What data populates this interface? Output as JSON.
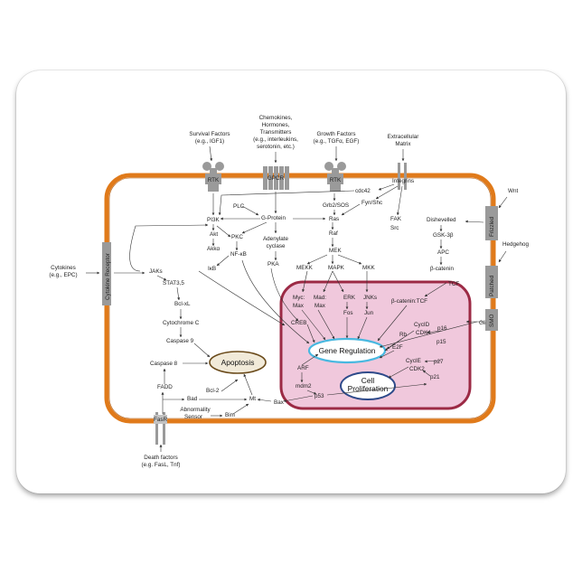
{
  "external": {
    "survival_1": "Survival Factors",
    "survival_2": "(e.g., IGF1)",
    "chemokines_1": "Chemokines,",
    "chemokines_2": "Hormones,",
    "chemokines_3": "Transmitters",
    "chemokines_4": "(e.g., interleukins,",
    "chemokines_5": "serotonin, etc.)",
    "growth_1": "Growth Factors",
    "growth_2": "(e.g., TGFα, EGF)",
    "ecm_1": "Extracellular",
    "ecm_2": "Matrix",
    "cytokines_1": "Cytokines",
    "cytokines_2": "(e.g., EPC)",
    "death_1": "Death factors",
    "death_2": "(e.g. FasL, Tnf)",
    "wnt": "Wnt",
    "hedgehog": "Hedgehog"
  },
  "receptors": {
    "rtk_left": "RTK",
    "gpcr": "GPCR",
    "rtk_right": "RTK",
    "frizzled": "Frizzled",
    "patched": "Patched",
    "smo": "SMO",
    "cytokine_receptor": "Cytokine Receptor",
    "fasr": "FasR"
  },
  "nodes": {
    "integrins": "Integrins",
    "cdc42": "cdc42",
    "fyn_shc": "Fyn/Shc",
    "grb2_sos": "Grb2/SOS",
    "plc": "PLC",
    "g_protein": "G-Protein",
    "ras": "Ras",
    "fak": "FAK",
    "src": "Src",
    "pi3k": "PI3K",
    "akt": "Akt",
    "akka": "Akkα",
    "pkc": "PKC",
    "nfkb": "NF-κB",
    "ikb": "IκB",
    "adenylate_1": "Adenylate",
    "adenylate_2": "cyclase",
    "pka": "PKA",
    "raf": "Raf",
    "mek": "MEK",
    "mekk": "MEKK",
    "mapk": "MAPK",
    "mkk": "MKK",
    "dishevelled": "Dishevelled",
    "gsk3b": "GSK-3β",
    "apc": "APC",
    "bcatenin": "β-catenin",
    "tcf": "TCF",
    "jaks": "JAKs",
    "stat35": "STAT3,5",
    "bclxl": "Bcl-xL",
    "cytochrome_c": "Cytochrome C",
    "caspase9": "Caspase 9",
    "caspase8": "Caspase 8",
    "fadd": "FADD",
    "bad": "Bad",
    "bcl2": "Bcl-2",
    "abnormality_1": "Abnormality",
    "abnormality_2": "Sensor",
    "bim": "Bim",
    "mt": "Mt",
    "bax": "Bax",
    "myc": "Myc:",
    "max1": "Max",
    "mad": "Mad:",
    "max2": "Max",
    "erk": "ERK",
    "fos": "Fos",
    "jnks": "JNKs",
    "jun": "Jun",
    "bcat_tcf": "β-catenin:TCF",
    "creb": "CREB",
    "gli": "Gli",
    "cycld": "CycID",
    "cdk4": "CDK4",
    "p16": "p16",
    "p15": "p15",
    "rb": "Rb",
    "e2f": "E2F",
    "cycle": "CycIE",
    "cdk2": "CDK2",
    "p27": "p27",
    "p21": "p21",
    "arf": "ARF",
    "mdm2": "mdm2",
    "p53": "p53"
  },
  "boxes": {
    "apoptosis": "Apoptosis",
    "gene_regulation": "Gene Regulation",
    "cell_1": "Cell",
    "cell_2": "Proliferation"
  },
  "colors": {
    "membrane": "#e07a1a",
    "nucleus_fill": "#f0c8dc",
    "nucleus_border": "#9c2a45",
    "receptor_gray": "#9a9a9a",
    "gene_reg_border": "#48b8e0",
    "cell_prolif_border": "#2e4a8a",
    "apoptosis_fill": "#f1ead9",
    "apoptosis_border": "#6a4a1a"
  },
  "icons": [
    "receptor-rtk-icon",
    "receptor-gpcr-icon",
    "receptor-frizzled-icon",
    "receptor-patched-icon",
    "receptor-smo-icon",
    "receptor-integrin-icon",
    "receptor-fasr-icon",
    "receptor-cytokine-icon"
  ]
}
